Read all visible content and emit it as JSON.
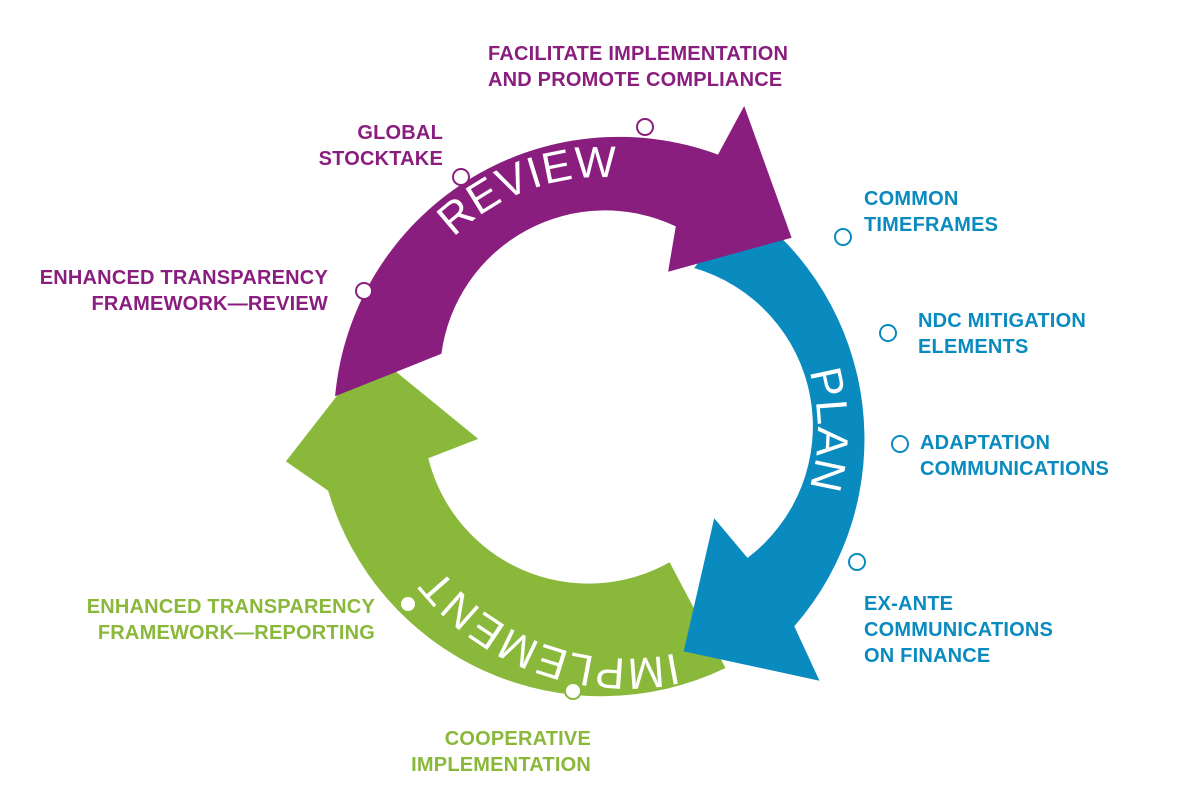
{
  "colors": {
    "review": "#8a1e7e",
    "plan": "#0a8bbf",
    "implement": "#8ab83a"
  },
  "stages": {
    "review": "REVIEW",
    "plan": "PLAN",
    "implement": "IMPLEMENT"
  },
  "labels": {
    "facilitate": [
      "FACILITATE IMPLEMENTATION",
      "AND PROMOTE COMPLIANCE"
    ],
    "stocktake": [
      "GLOBAL",
      "STOCKTAKE"
    ],
    "etf_review": [
      "ENHANCED TRANSPARENCY",
      "FRAMEWORK—REVIEW"
    ],
    "timeframes": [
      "COMMON",
      "TIMEFRAMES"
    ],
    "ndc": [
      "NDC MITIGATION",
      "ELEMENTS"
    ],
    "adaptation": [
      "ADAPTATION",
      "COMMUNICATIONS"
    ],
    "exante": [
      "EX-ANTE",
      "COMMUNICATIONS",
      "ON FINANCE"
    ],
    "etf_reporting": [
      "ENHANCED TRANSPARENCY",
      "FRAMEWORK—REPORTING"
    ],
    "cooperative": [
      "COOPERATIVE",
      "IMPLEMENTATION"
    ]
  }
}
